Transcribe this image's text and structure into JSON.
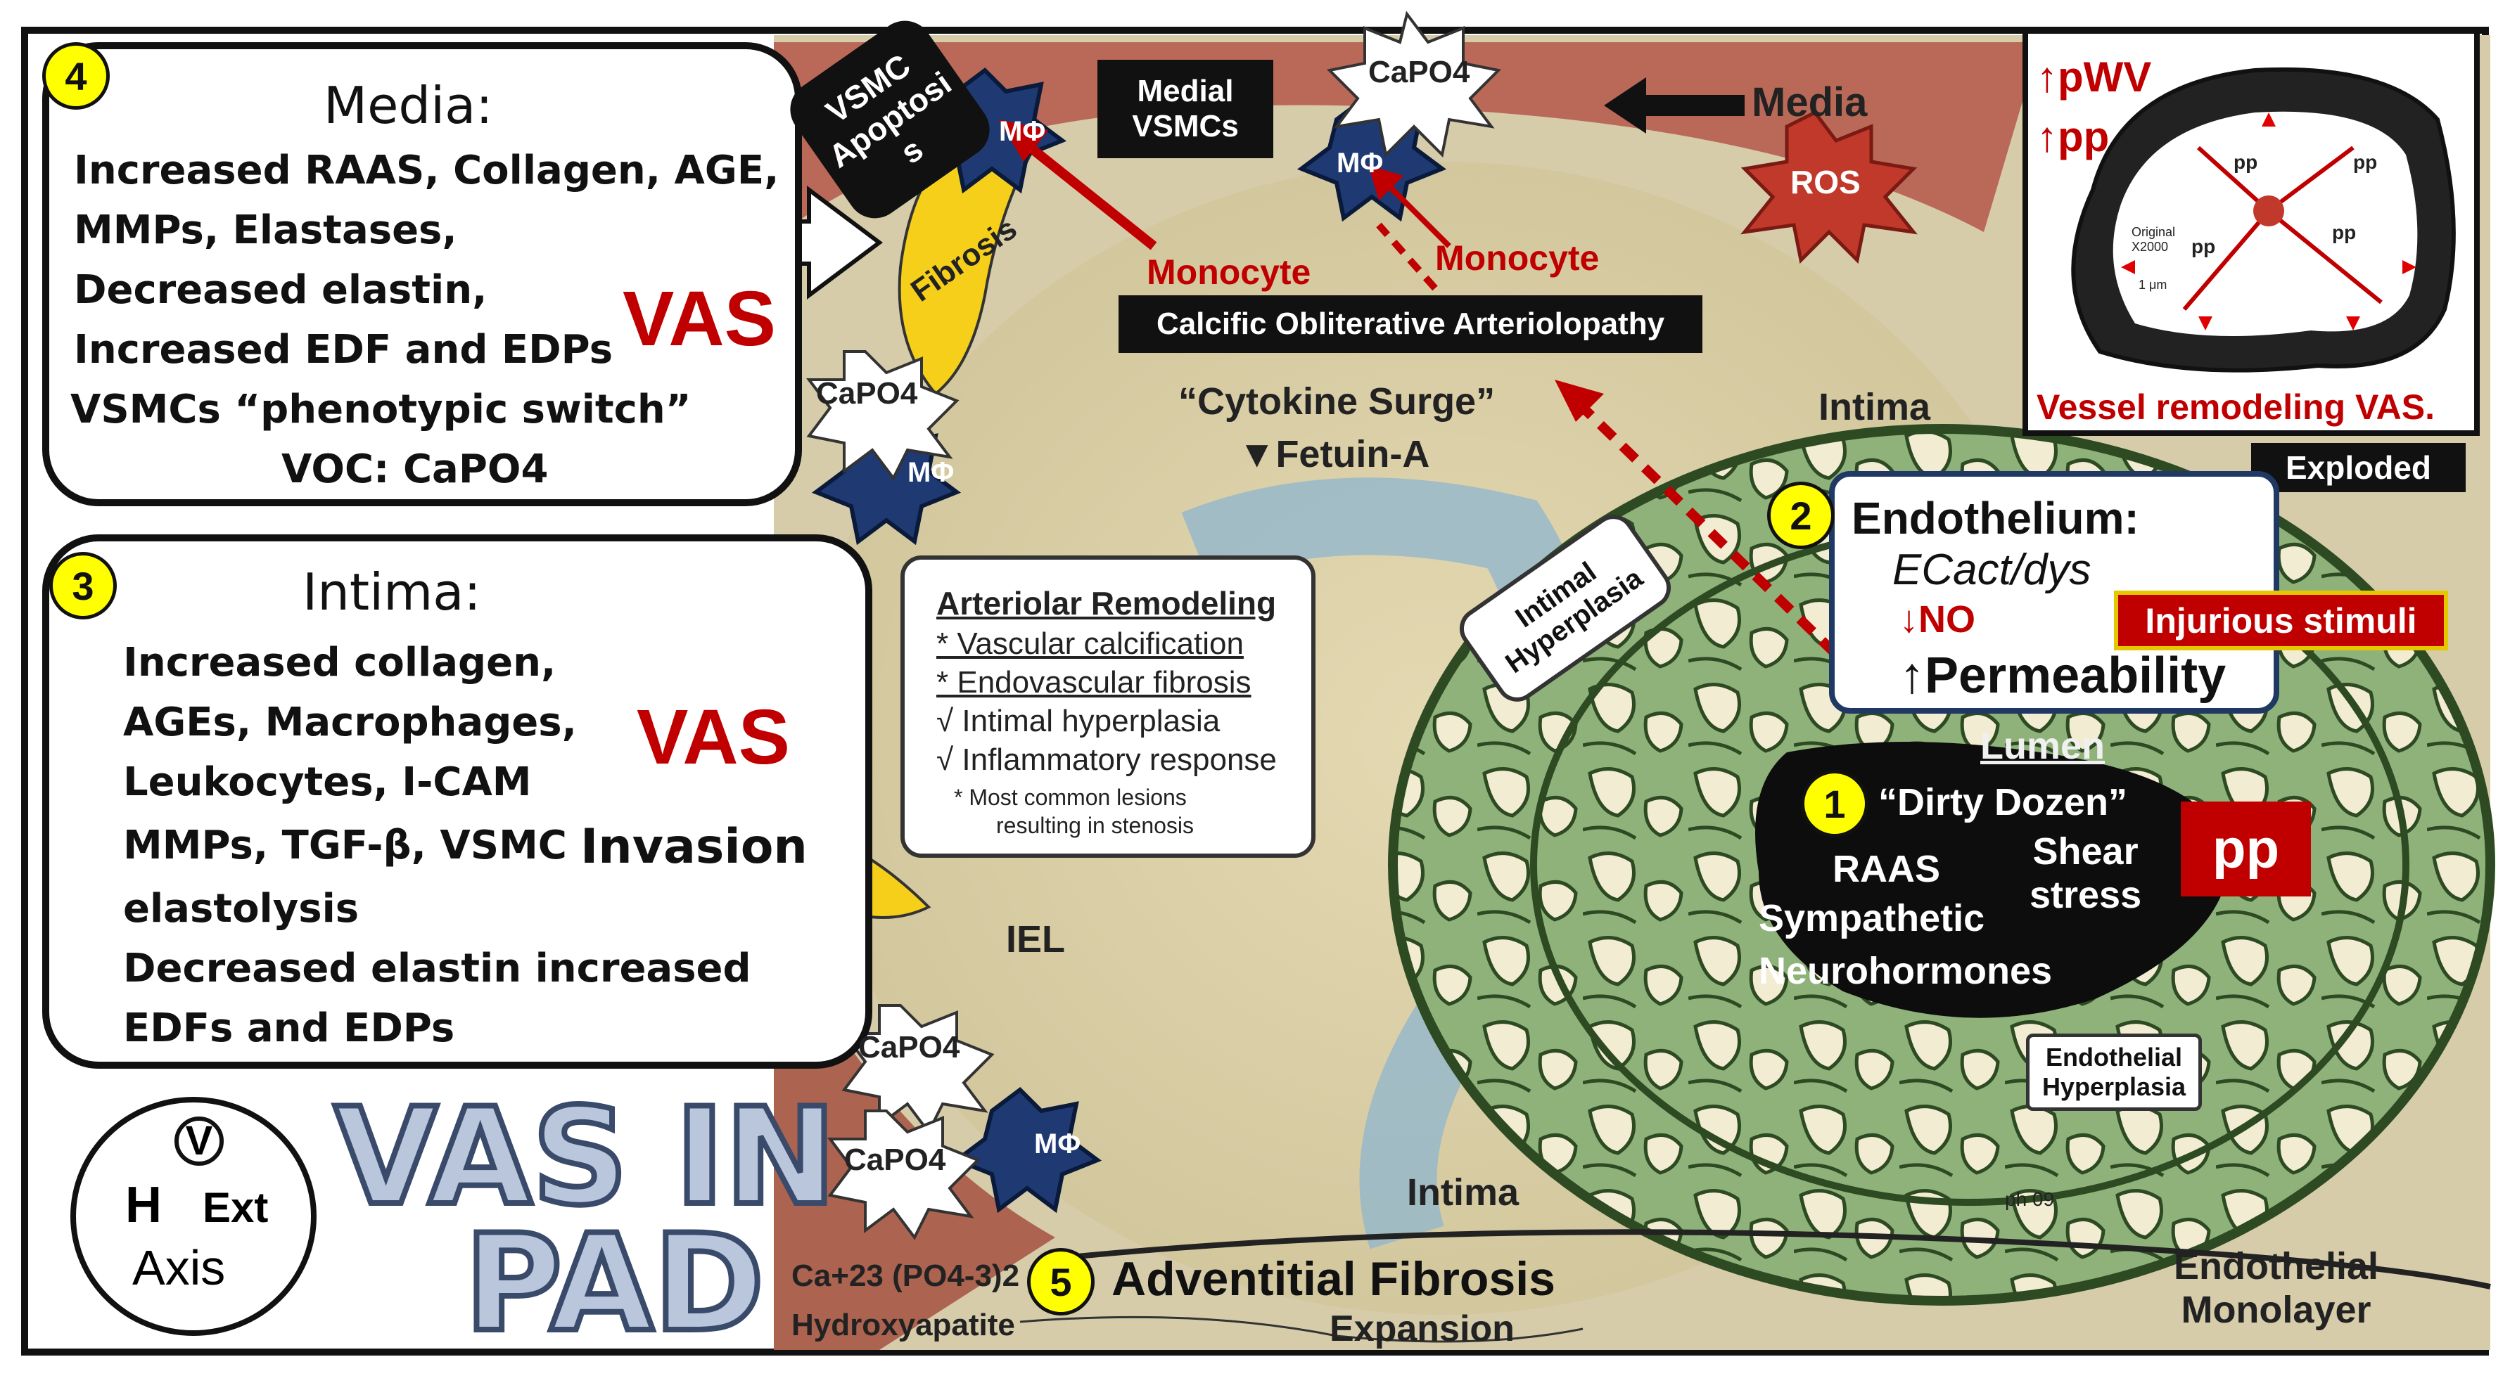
{
  "colors": {
    "accent_red": "#c00000",
    "badge_yellow": "#ffff00",
    "lumen_black": "#0d0d0d",
    "intima_green": "#8fb27a",
    "media_tan": "#d9cfa7"
  },
  "media_box": {
    "number": "4",
    "title": "Media:",
    "lines": [
      "Increased RAAS, Collagen, AGE,",
      "MMPs, Elastases,",
      "Decreased elastin,",
      "Increased EDF and EDPs",
      "VSMCs “phenotypic switch”",
      "VOC: CaPO4"
    ],
    "vas": "VAS"
  },
  "intima_box": {
    "number": "3",
    "title": "Intima:",
    "lines": [
      "Increased collagen,",
      "AGEs, Macrophages,",
      "Leukocytes, I-CAM",
      "MMPs, TGF-β, VSMC",
      "elastolysis",
      "Decreased elastin increased",
      "EDFs and EDPs"
    ],
    "vas": "VAS",
    "invasion": "Invasion"
  },
  "logo": {
    "top": "V",
    "left": "H",
    "right": "Ext",
    "bottom": "Axis"
  },
  "big_title": {
    "line1": "VAS IN",
    "line2": "PAD"
  },
  "diagram_labels": {
    "vsmc_apoptosis": "VSMC\nApoptosi\ns",
    "medial_vsmcs": "Medial\nVSMCs",
    "capo4": "CaPO4",
    "media": "Media",
    "ros": "ROS",
    "fibrosis": "Fibrosis",
    "macrophage": "MΦ",
    "monocyte": "Monocyte",
    "calcific": "Calcific Obliterative Arteriolopathy",
    "cytokine": "“Cytokine Surge”",
    "fetuin": "▼Fetuin-A",
    "intima_top": "Intima",
    "intima_bottom": "Intima",
    "exploded": "Exploded",
    "intimal_hyperplasia": "Intimal\nHyperplasia",
    "iel": "IEL",
    "lumen": "Lumen",
    "endothelial_hyperplasia": "Endothelial\nHyperplasia",
    "endothelial_monolayer": "Endothelial\nMonolayer",
    "hydroxy_formula": "Ca+23 (PO4-3)2",
    "hydroxyapatite": "Hydroxyapatite",
    "expansion": "Expansion",
    "ph": "ph 09"
  },
  "arteriolar_box": {
    "title": "Arteriolar Remodeling",
    "items": [
      "* Vascular calcification",
      "* Endovascular fibrosis",
      "√  Intimal hyperplasia",
      "√  Inflammatory response",
      "*  Most common lesions",
      "resulting in stenosis"
    ]
  },
  "endothelium_box": {
    "number": "2",
    "title": "Endothelium:",
    "ecact": "ECact/dys",
    "no": "↓NO",
    "permeability": "↑Permeability",
    "injurious": "Injurious stimuli"
  },
  "dirty_dozen": {
    "number": "1",
    "title": "“Dirty Dozen”",
    "raas": "RAAS",
    "shear": "Shear\nstress",
    "sympathetic": "Sympathetic",
    "neuro": "Neurohormones",
    "pp": "pp"
  },
  "adventitial": {
    "number": "5",
    "label": "Adventitial Fibrosis"
  },
  "inset": {
    "pwv": "↑pWV",
    "pp": "↑pp",
    "pp_small": "pp",
    "original": "Original\nX2000",
    "scale": "1 μm",
    "caption": "Vessel remodeling VAS."
  }
}
